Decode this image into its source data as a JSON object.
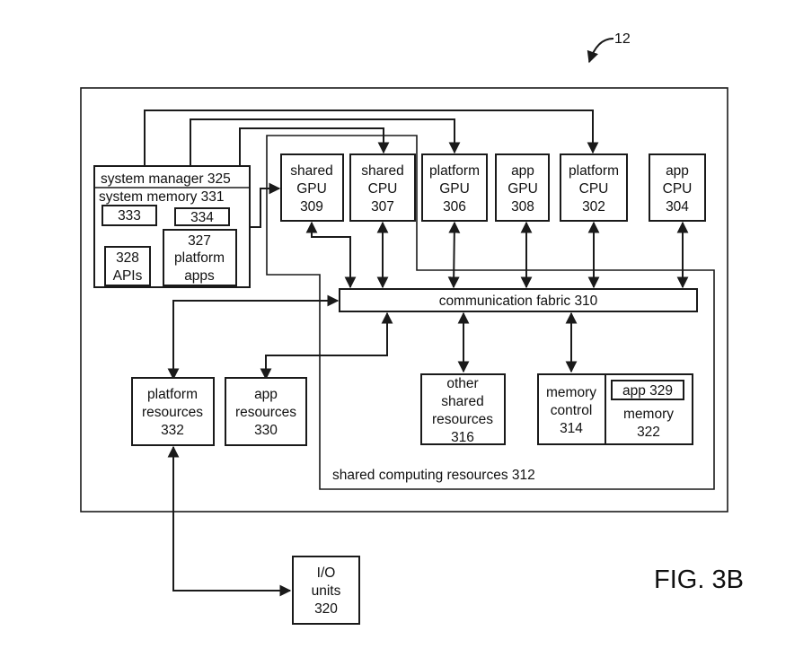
{
  "figure": {
    "label": "FIG. 3B",
    "reference": "12"
  },
  "containers": {
    "outer": "",
    "shared_computing": "shared computing resources 312",
    "system_manager": "system manager 325",
    "system_memory": "system memory 331"
  },
  "nodes": {
    "box_333": [
      "333"
    ],
    "box_334": [
      "334"
    ],
    "apis_328": [
      "328",
      "APIs"
    ],
    "platform_apps_327": [
      "327",
      "platform",
      "apps"
    ],
    "shared_gpu_309": [
      "shared",
      "GPU",
      "309"
    ],
    "shared_cpu_307": [
      "shared",
      "CPU",
      "307"
    ],
    "platform_gpu_306": [
      "platform",
      "GPU",
      "306"
    ],
    "app_gpu_308": [
      "app",
      "GPU",
      "308"
    ],
    "platform_cpu_302": [
      "platform",
      "CPU",
      "302"
    ],
    "app_cpu_304": [
      "app",
      "CPU",
      "304"
    ],
    "comm_fabric_310": [
      "communication fabric 310"
    ],
    "platform_resources_332": [
      "platform",
      "resources",
      "332"
    ],
    "app_resources_330": [
      "app",
      "resources",
      "330"
    ],
    "other_shared_316": [
      "other",
      "shared",
      "resources",
      "316"
    ],
    "memory_control_314": [
      "memory",
      "control",
      "314"
    ],
    "app_329": [
      "app 329"
    ],
    "memory_322": [
      "memory",
      "322"
    ],
    "io_units_320": [
      "I/O",
      "units",
      "320"
    ]
  }
}
